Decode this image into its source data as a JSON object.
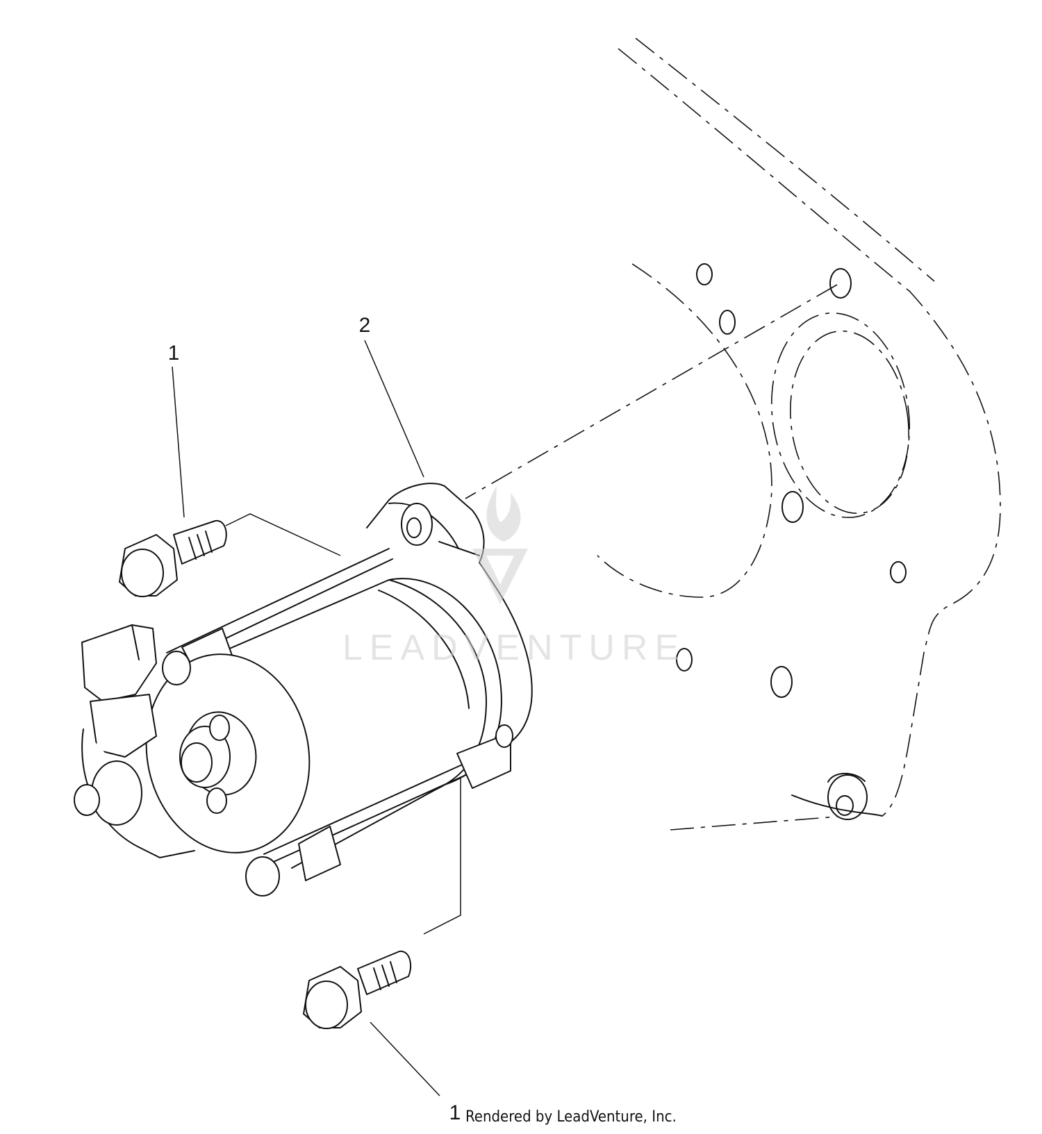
{
  "diagram": {
    "callouts": [
      {
        "id": "bolt-upper",
        "label": "1"
      },
      {
        "id": "starter-motor",
        "label": "2"
      },
      {
        "id": "bolt-lower",
        "label": "1"
      }
    ],
    "credit": "Rendered by LeadVenture, Inc.",
    "watermark": "LEADVENTURE",
    "colors": {
      "line": "#111111",
      "watermark": "#cfcfcf",
      "background": "#ffffff"
    }
  }
}
